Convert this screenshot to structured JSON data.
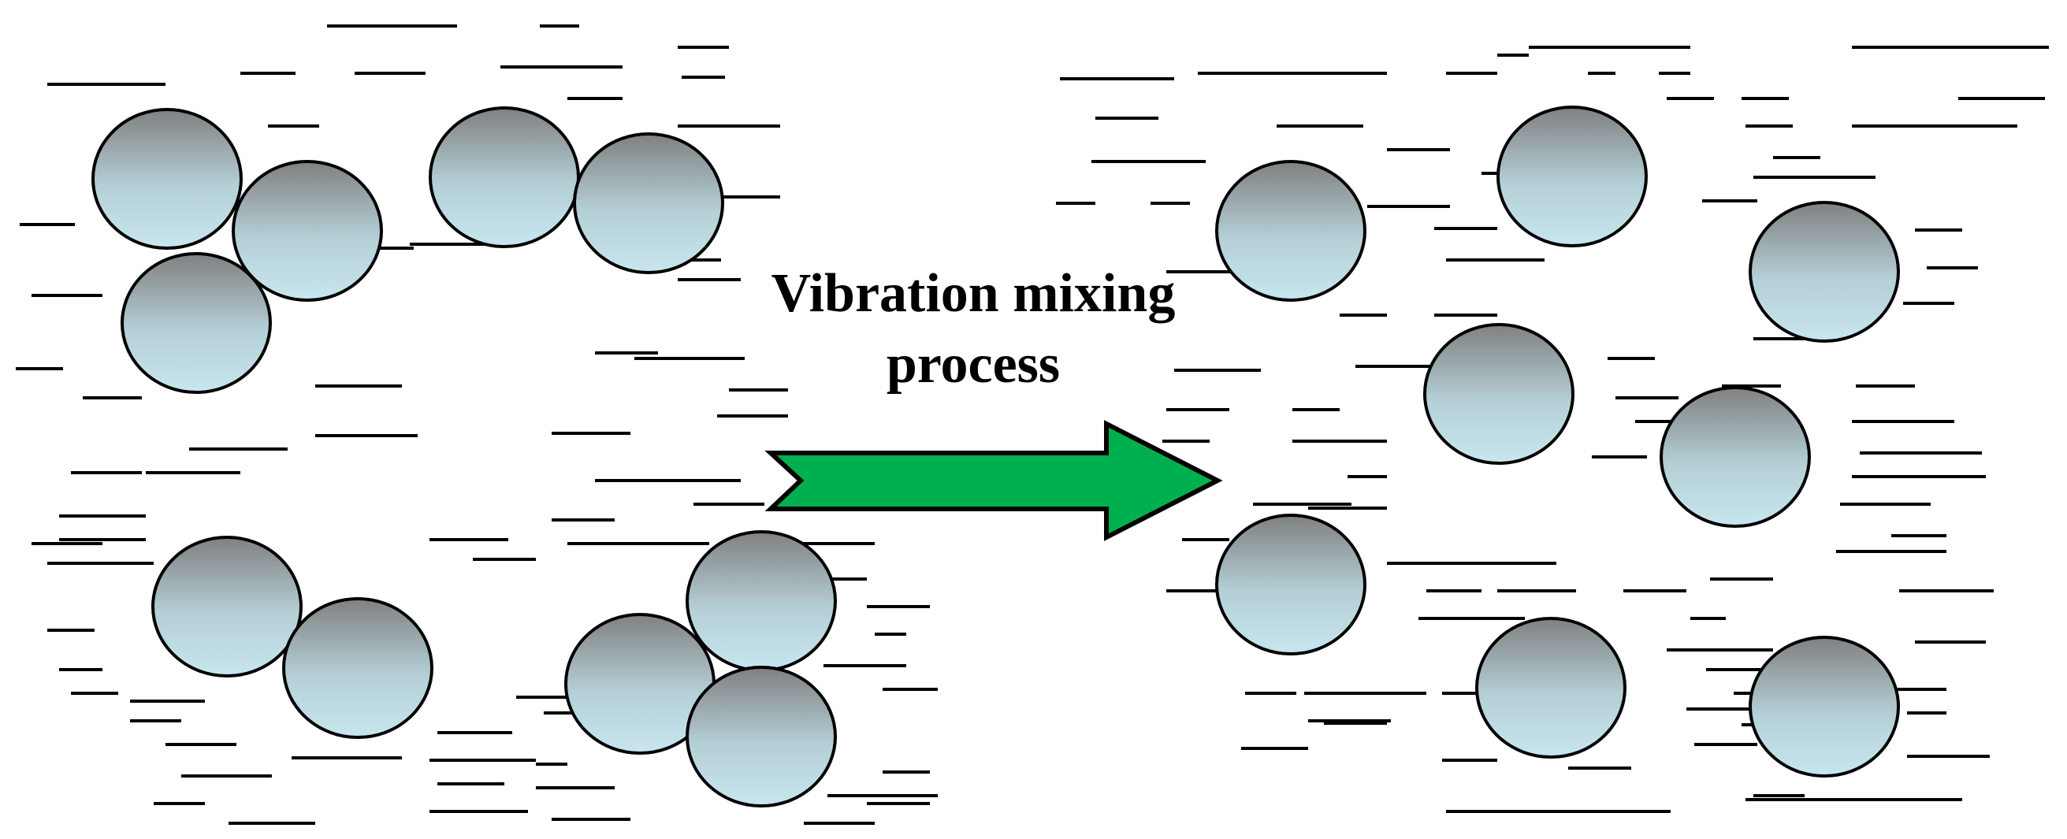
{
  "caption": {
    "line1": "Vibration mixing",
    "line2": "process"
  },
  "colors": {
    "particle_top": "#808080",
    "particle_bottom": "#c8e6ef",
    "particle_outline": "#000000",
    "arrow_fill": "#00b04f",
    "arrow_outline": "#000000",
    "dash": "#000000",
    "background": "#ffffff"
  },
  "states": {
    "before": "agglomerated",
    "after": "dispersed"
  }
}
